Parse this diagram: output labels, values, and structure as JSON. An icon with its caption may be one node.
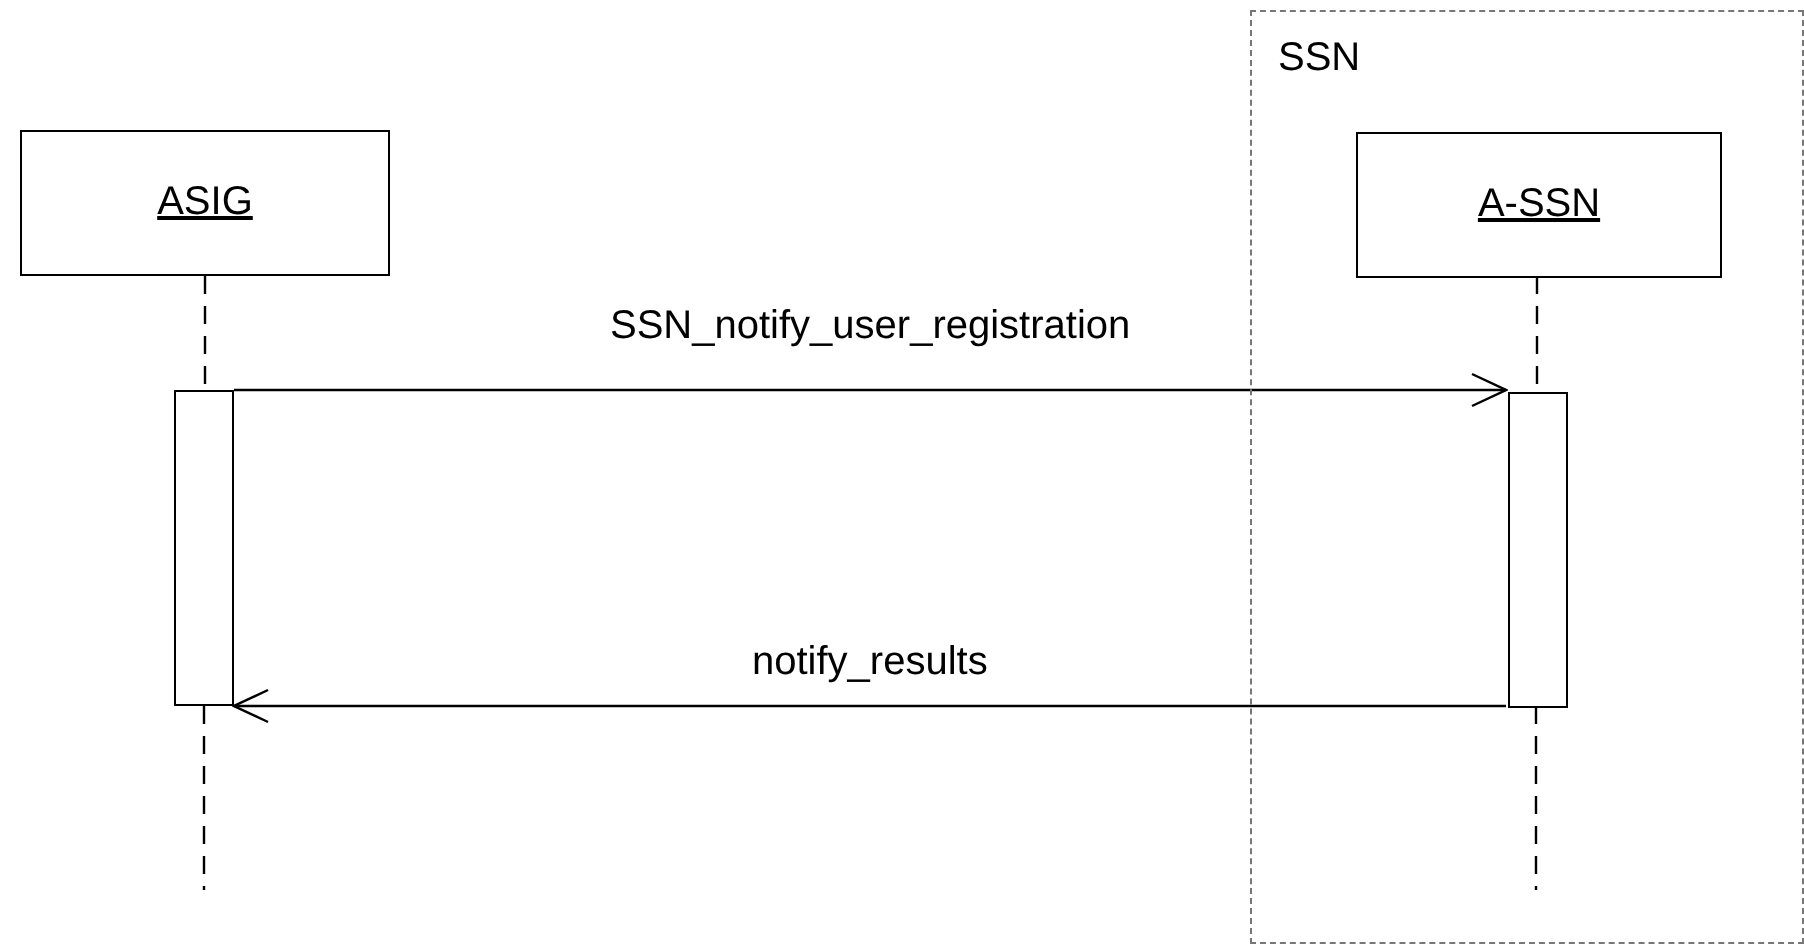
{
  "diagram": {
    "nodes": [
      {
        "text": [
          "SSN"
        ]
      },
      {
        "text": [
          "ASIG"
        ]
      },
      {
        "text": [
          "A-SSN"
        ],
        "in": 0
      },
      {
        "text": [],
        "shape": "bar"
      },
      {
        "text": [],
        "shape": "bar",
        "in": 0
      }
    ],
    "edges": [
      {
        "from": 1,
        "to": 3,
        "arrow": "none",
        "style": "dashed"
      },
      {
        "from": 3,
        "to": null,
        "arrow": "none",
        "style": "dashed"
      },
      {
        "from": 2,
        "to": 4,
        "arrow": "none",
        "style": "dashed"
      },
      {
        "from": 4,
        "to": null,
        "arrow": "none",
        "style": "dashed"
      },
      {
        "from": 3,
        "to": 4,
        "label": "SSN_notify_user_registration",
        "arrow": "to"
      },
      {
        "from": 4,
        "to": 3,
        "label": "notify_results",
        "arrow": "to"
      }
    ]
  }
}
